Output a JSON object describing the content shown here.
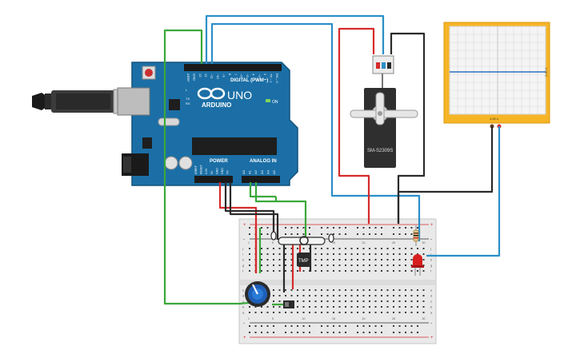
{
  "arduino": {
    "logo_text": "ARDUINO",
    "model": "UNO",
    "digital_label": "DIGITAL (PWM~)",
    "power_label": "POWER",
    "analog_label": "ANALOG IN",
    "on_label": "ON",
    "tx_label": "TX",
    "rx_label": "RX",
    "l_label": "L",
    "top_pins": [
      "AREF",
      "GND",
      "13",
      "12",
      "~11",
      "~10",
      "~9",
      "8",
      "7",
      "~6",
      "~5",
      "4",
      "~3",
      "2",
      "TX→1",
      "RX←0"
    ],
    "power_pins": [
      "IOREF",
      "RESET",
      "3.3V",
      "5V",
      "GND",
      "GND",
      "Vin"
    ],
    "analog_pins": [
      "A0",
      "A1",
      "A2",
      "A3",
      "A4",
      "A5"
    ]
  },
  "servo": {
    "model": "SM-S2309S"
  },
  "oscilloscope": {
    "time_label": "1.00 s",
    "volt_label": "2.00 V"
  },
  "breadboard": {
    "col_numbers_top": [
      "1",
      "",
      "",
      "",
      "5",
      "",
      "",
      "",
      "",
      "10",
      "",
      "",
      "",
      "",
      "15",
      "",
      "",
      "",
      "",
      "20",
      "",
      "",
      "",
      "",
      "25",
      "",
      "",
      "",
      "",
      "30"
    ],
    "row_letters_left": [
      "a",
      "b",
      "c",
      "d",
      "e",
      "f",
      "g",
      "h",
      "i",
      "j"
    ],
    "row_letters_right": [
      "j",
      "i",
      "h",
      "g",
      "f",
      "e",
      "d",
      "c",
      "b",
      "a"
    ]
  },
  "sensor": {
    "label": "TMP"
  },
  "colors": {
    "arduino_blue": "#1b6fa6",
    "wire_red": "#d62b2b",
    "wire_black": "#2a2a2a",
    "wire_green": "#3aa83a",
    "wire_blue": "#2b8fc8",
    "scope_frame": "#f6b526",
    "led_red": "#d81e1e"
  }
}
